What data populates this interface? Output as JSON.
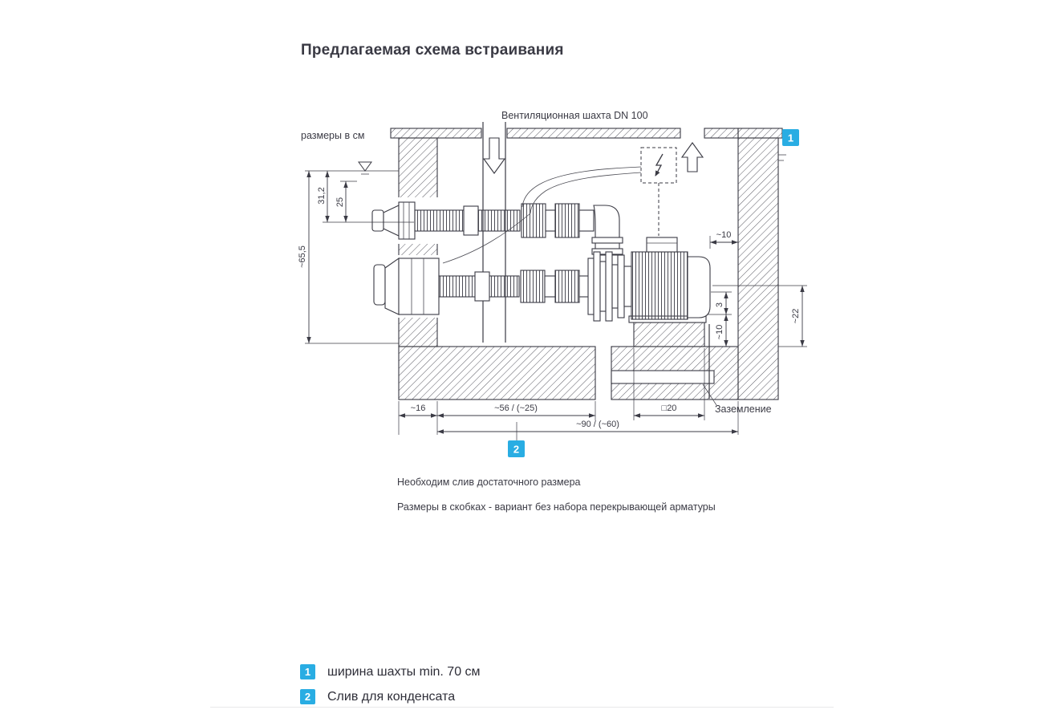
{
  "page": {
    "title": "Предлагаемая схема встраивания",
    "units_note": "размеры в см"
  },
  "diagram": {
    "shaft_label": "Вентиляционная шахта DN 100",
    "grounding_label": "Заземление",
    "marker1": "1",
    "marker2": "2",
    "dims": {
      "total_depth": "~65,5",
      "nozzle_depth": "31,2",
      "water_to_nozzle": "25",
      "motor_wall_gap": "~10",
      "base_edge": "3",
      "base_height": "~10",
      "base_depth": "~22",
      "wall_thickness": "~16",
      "inner_width": "~56 / (~25)",
      "base_width": "□20",
      "total_width": "~90 / (~60)"
    }
  },
  "notes": [
    "Необходим слив достаточного размера",
    "Размеры в скобках - вариант без набора перекрывающей арматуры"
  ],
  "legend": [
    {
      "badge": "1",
      "label": "ширина шахты min. 70 см"
    },
    {
      "badge": "2",
      "label": "Слив для конденсата"
    }
  ],
  "colors": {
    "accent": "#29ade3",
    "ink": "#3b3b45"
  }
}
